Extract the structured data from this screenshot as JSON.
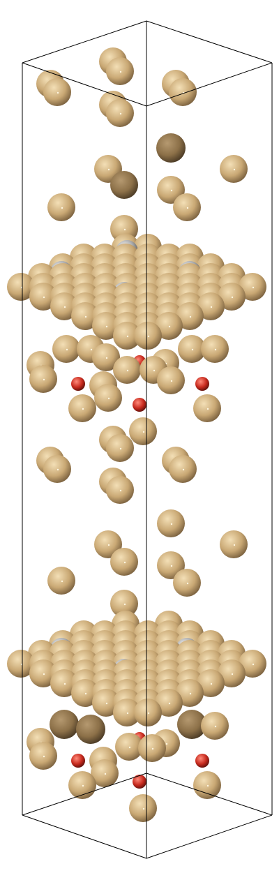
{
  "view": {
    "background": "#ffffff",
    "cell_edge_color": "#000000",
    "caption": ""
  },
  "palette": {
    "gold": {
      "light": "#f3dfb6",
      "mid": "#c9a874",
      "dark": "#6b5334"
    },
    "dark_gold": {
      "light": "#b59970",
      "mid": "#8c7048",
      "dark": "#3d2f1e"
    },
    "oxygen": {
      "light": "#ff8a7a",
      "mid": "#c72a1e",
      "dark": "#4a0b07"
    },
    "grey": {
      "light": "#ffffff",
      "mid": "#a6a6a6",
      "dark": "#3e3e3e"
    }
  },
  "scene": {
    "type": "atomic-structure-3d",
    "repeat_units": 2,
    "species": [
      "gold",
      "oxygen",
      "grey"
    ]
  }
}
